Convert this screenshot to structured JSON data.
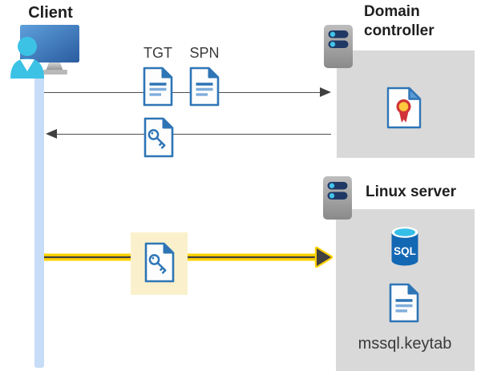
{
  "diagram": {
    "client": {
      "label": "Client"
    },
    "tickets": {
      "tgt_label": "TGT",
      "spn_label": "SPN"
    },
    "domain_controller": {
      "label": "Domain controller"
    },
    "linux_server": {
      "label": "Linux server",
      "sql_badge_text": "SQL",
      "keytab_file_label": "mssql.keytab"
    },
    "icons": {
      "client": "client-user-computer-icon",
      "domain_controller_server": "server-icon",
      "linux_server": "server-icon",
      "tgt": "ticket-document-icon",
      "spn": "ticket-document-icon",
      "key_ticket": "key-ticket-icon",
      "certificate": "certificate-icon",
      "sql_database": "sql-database-icon",
      "keytab_file": "keytab-document-icon"
    },
    "colors": {
      "document_blue": "#2E75B6",
      "document_light_blue": "#7FADDB",
      "panel_gray": "#D9D9D9",
      "timeline_light_blue": "#C7DDF7",
      "arrow_gray": "#4D4D4D",
      "arrow_head_dark": "#404040",
      "auth_arrow_yellow": "#FFD100",
      "key_highlight_cream": "#FAF1CC",
      "server_pill_navy": "#1F3864",
      "server_dot_cyan": "#41C3EA",
      "sql_body_blue": "#1368B4",
      "sql_top_cyan": "#35BEE8",
      "person_cyan": "#3BC2E5",
      "certificate_red": "#D13438",
      "certificate_gold": "#FFC83D"
    }
  }
}
